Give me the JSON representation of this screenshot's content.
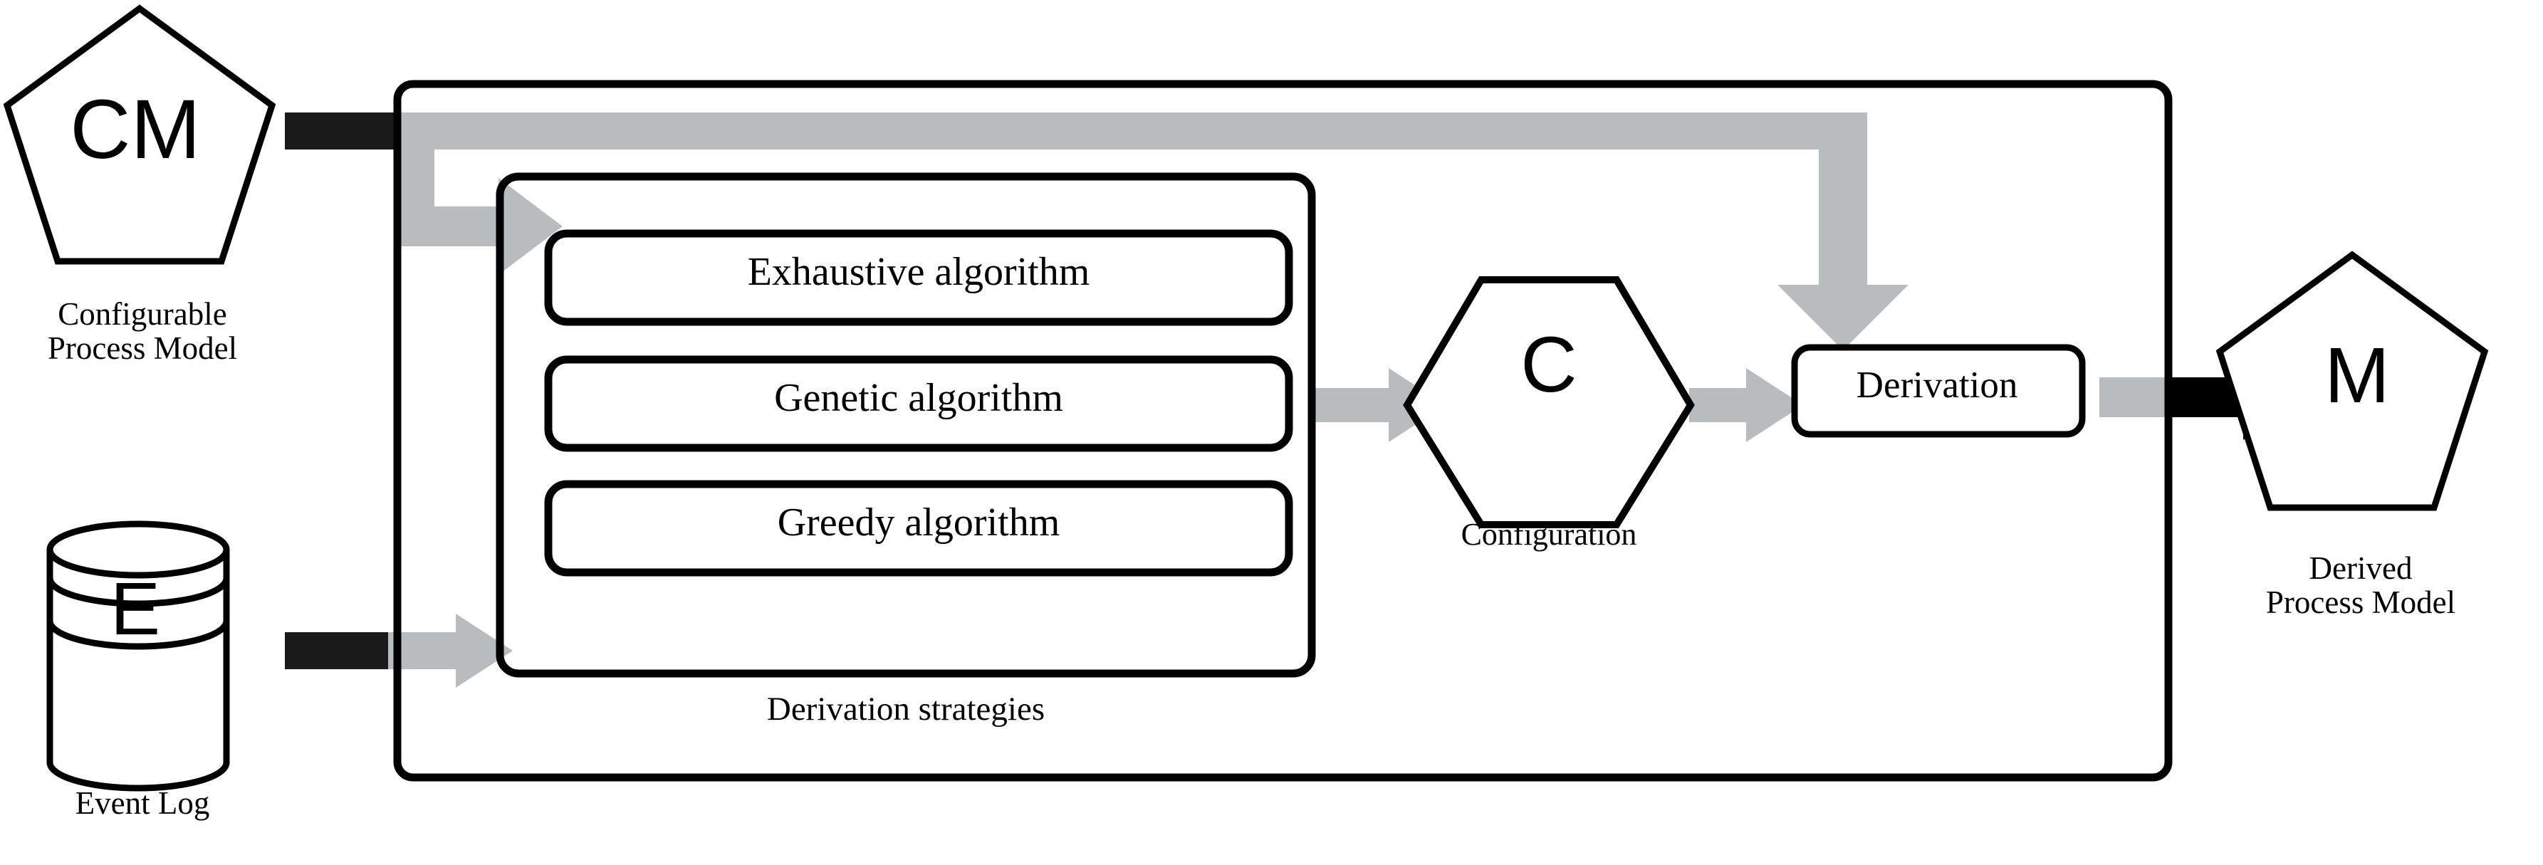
{
  "diagram": {
    "title": "Configurable process model derivation framework",
    "colors": {
      "stroke": "#000000",
      "gray_arrow": "#b9bcbf",
      "black_arrow": "#1a1a1a",
      "background": "#ffffff"
    },
    "inputs": [
      {
        "id": "configurable-process-model",
        "glyph": "CM",
        "shape": "pentagon",
        "caption_line_1": "Configurable",
        "caption_line_2": "Process Model",
        "caption": "Configurable\nProcess Model"
      },
      {
        "id": "event-log",
        "glyph": "E",
        "shape": "cylinder",
        "caption_line_1": "Event Log",
        "caption": "Event Log"
      }
    ],
    "container": {
      "id": "derivation-framework",
      "label": ""
    },
    "strategies_group": {
      "id": "derivation-strategies",
      "caption": "Derivation strategies",
      "items": [
        {
          "id": "exhaustive-algorithm",
          "label": "Exhaustive algorithm"
        },
        {
          "id": "genetic-algorithm",
          "label": "Genetic algorithm"
        },
        {
          "id": "greedy-algorithm",
          "label": "Greedy algorithm"
        }
      ]
    },
    "configuration": {
      "id": "configuration",
      "glyph": "C",
      "shape": "hexagon",
      "caption": "Configuration"
    },
    "derivation": {
      "id": "derivation",
      "label": "Derivation",
      "shape": "rounded-rect"
    },
    "output": {
      "id": "derived-process-model",
      "glyph": "M",
      "shape": "pentagon",
      "caption_line_1": "Derived",
      "caption_line_2": "Process Model",
      "caption": "Derived\nProcess Model"
    },
    "connectors": [
      {
        "id": "cm-to-framework",
        "from": "configurable-process-model",
        "to": "derivation-framework",
        "style": "black-bar"
      },
      {
        "id": "cm-into-strategies",
        "from": "derivation-framework",
        "to": "derivation-strategies",
        "style": "gray-elbow-arrow"
      },
      {
        "id": "cm-feedback-to-derivation",
        "from": "derivation-framework",
        "to": "derivation",
        "style": "gray-elbow-arrow"
      },
      {
        "id": "eventlog-to-framework",
        "from": "event-log",
        "to": "derivation-framework",
        "style": "black-bar"
      },
      {
        "id": "eventlog-into-strategies",
        "from": "derivation-framework",
        "to": "derivation-strategies",
        "style": "gray-arrow"
      },
      {
        "id": "strategies-to-configuration",
        "from": "derivation-strategies",
        "to": "configuration",
        "style": "gray-arrow"
      },
      {
        "id": "configuration-to-derivation",
        "from": "configuration",
        "to": "derivation",
        "style": "gray-arrow"
      },
      {
        "id": "derivation-to-model",
        "from": "derivation",
        "to": "derived-process-model",
        "style": "gray-then-black-arrow"
      }
    ]
  }
}
